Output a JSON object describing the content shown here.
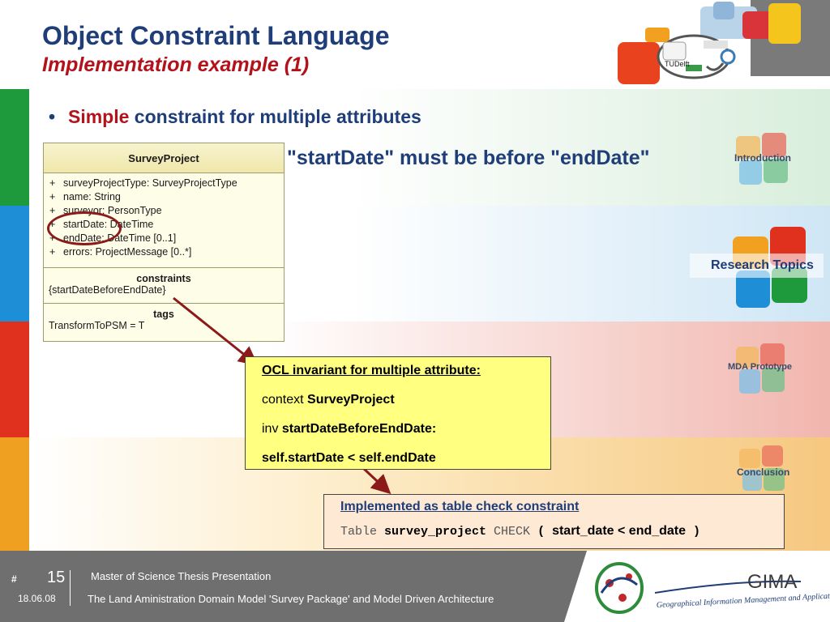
{
  "header": {
    "title": "Object Constraint Language",
    "subtitle": "Implementation example (1)"
  },
  "bullet": {
    "highlight": "Simple",
    "rest": " constraint for multiple attributes"
  },
  "statement": "\"startDate\" must be before \"endDate\"",
  "uml": {
    "class_name": "SurveyProject",
    "attributes": [
      "surveyProjectType:  SurveyProjectType",
      "name:  String",
      "surveyor:  PersonType",
      "startDate:  DateTime",
      "endDate:  DateTime [0..1]",
      "errors:  ProjectMessage [0..*]"
    ],
    "attribute_prefix": "+",
    "constraints_title": "constraints",
    "constraints_value": "{startDateBeforeEndDate}",
    "tags_title": "tags",
    "tags_value": "TransformToPSM = T"
  },
  "ocl_box": {
    "heading": "OCL invariant for multiple attribute:",
    "context_kw": "context ",
    "context_name": "SurveyProject",
    "inv_kw": "inv ",
    "inv_name": "startDateBeforeEndDate:",
    "expression": "self.startDate < self.endDate"
  },
  "impl_box": {
    "heading": "Implemented as table check constraint ",
    "table_kw": "Table ",
    "table_name": "survey_project",
    "check_kw": " CHECK ",
    "open_paren": "( ",
    "condition": "start_date < end_date",
    "close_paren": " )"
  },
  "nav": {
    "introduction": "Introduction",
    "research_topics": "Research Topics",
    "mda_prototype": "MDA Prototype",
    "conclusion": "Conclusion"
  },
  "logos": {
    "tudelft": "TUDelft",
    "gima": "GIMA",
    "gima_tagline": "Geographical Information Management and Applications"
  },
  "footer": {
    "hash": "#",
    "slide_number": "15",
    "date": "18.06.08",
    "line1": "Master of Science Thesis Presentation",
    "line2": "The Land Aministration Domain Model 'Survey Package' and Model Driven Architecture"
  },
  "colors": {
    "title_blue": "#1f3d78",
    "accent_red": "#b3121b",
    "ocl_box_bg": "#ffff80",
    "impl_box_bg": "#fde9d4",
    "stripe_green": "#1e9a3c",
    "stripe_blue": "#1e8fd6",
    "stripe_red": "#e0301e",
    "stripe_orange": "#f0a020",
    "footer_grey": "#6f6f6f"
  }
}
